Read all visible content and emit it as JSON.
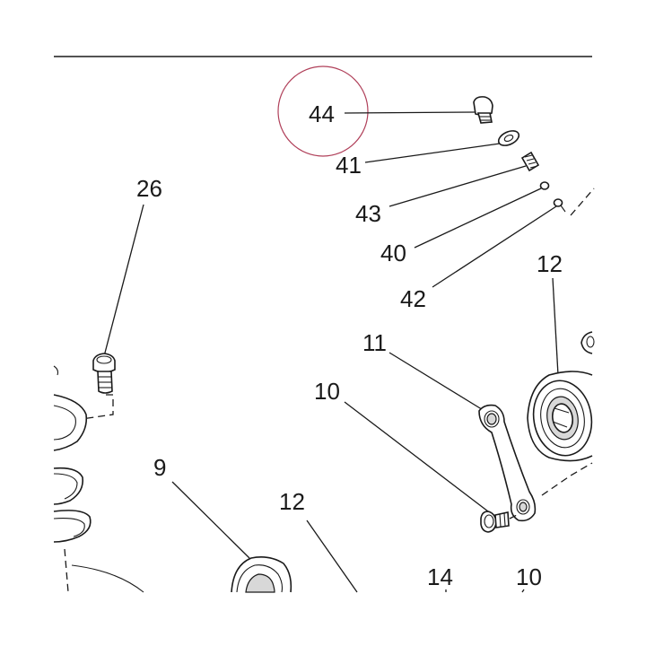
{
  "callouts": {
    "c44": "44",
    "c41": "41",
    "c43": "43",
    "c40": "40",
    "c42": "42",
    "c26": "26",
    "c12_top": "12",
    "c11": "11",
    "c10_left": "10",
    "c9": "9",
    "c12_bottom": "12",
    "c14": "14",
    "c10_bottom": "10"
  },
  "highlight": {
    "target": "44",
    "ring_color": "#b0405a"
  },
  "colors": {
    "line": "#1a1a1a",
    "background": "#ffffff"
  }
}
